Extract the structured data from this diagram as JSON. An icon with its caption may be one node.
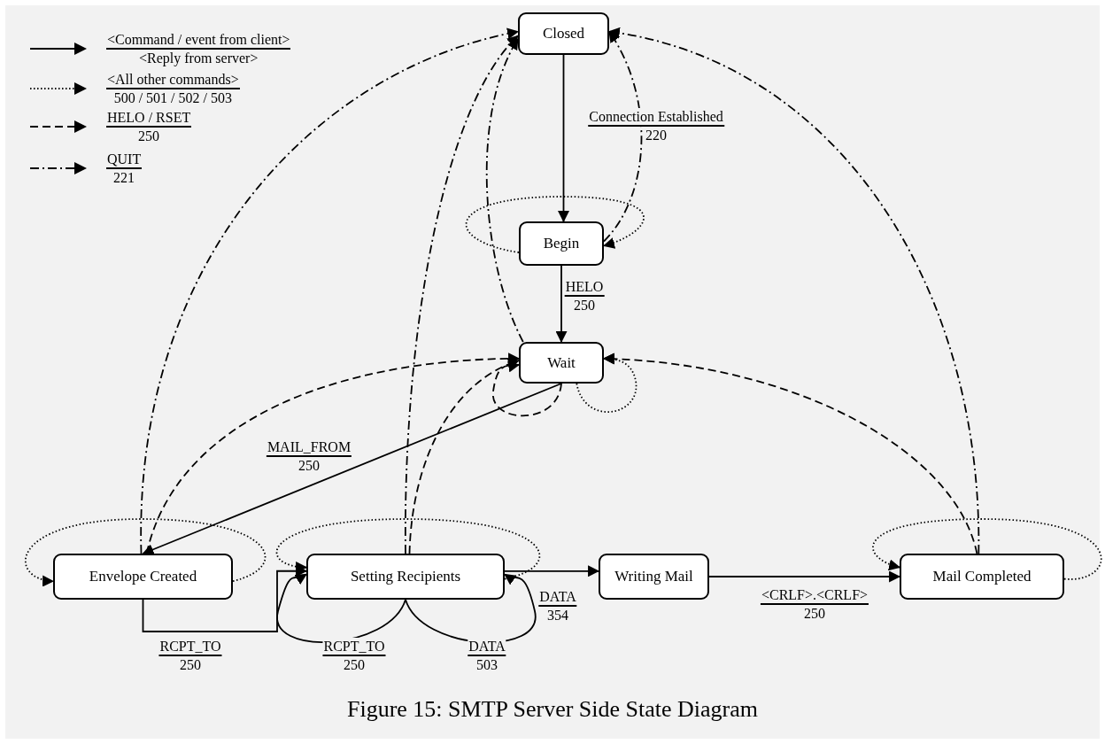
{
  "diagram": {
    "caption": "Figure 15: SMTP Server Side State Diagram",
    "nodes": [
      {
        "text": [
          "Closed"
        ]
      },
      {
        "text": [
          "Begin"
        ]
      },
      {
        "text": [
          "Wait"
        ]
      },
      {
        "text": [
          "Envelope Created"
        ]
      },
      {
        "text": [
          "Setting Recipients"
        ]
      },
      {
        "text": [
          "Writing Mail"
        ]
      },
      {
        "text": [
          "Mail Completed"
        ]
      }
    ],
    "edges": [
      {
        "from": 0,
        "to": 1,
        "arrow": "to",
        "label": [
          "Connection Established",
          "220"
        ]
      },
      {
        "from": 1,
        "to": 2,
        "arrow": "to",
        "label": [
          "HELO",
          "250"
        ]
      },
      {
        "from": 2,
        "to": 3,
        "arrow": "to",
        "label": [
          "MAIL_FROM",
          "250"
        ]
      },
      {
        "from": 3,
        "to": 4,
        "arrow": "to",
        "label": [
          "RCPT_TO",
          "250"
        ]
      },
      {
        "from": 4,
        "to": 4,
        "arrow": "to",
        "label": [
          "RCPT_TO",
          "250"
        ]
      },
      {
        "from": 4,
        "to": 4,
        "arrow": "to",
        "label": [
          "DATA",
          "503"
        ]
      },
      {
        "from": 4,
        "to": 5,
        "arrow": "to",
        "label": [
          "DATA",
          "354"
        ]
      },
      {
        "from": 5,
        "to": 6,
        "arrow": "to",
        "label": [
          "<CRLF>.<CRLF>",
          "250"
        ]
      },
      {
        "from": 3,
        "to": 0,
        "arrow": "to",
        "style": "dashed"
      },
      {
        "from": 4,
        "to": 0,
        "arrow": "to",
        "style": "dashed"
      },
      {
        "from": 2,
        "to": 0,
        "arrow": "to",
        "style": "dashed"
      },
      {
        "from": 1,
        "to": 0,
        "arrow": "to",
        "style": "dashed"
      },
      {
        "from": 6,
        "to": 0,
        "arrow": "to",
        "style": "dashed"
      },
      {
        "from": 3,
        "to": 2,
        "arrow": "to",
        "style": "dashed"
      },
      {
        "from": 4,
        "to": 2,
        "arrow": "to",
        "style": "dashed"
      },
      {
        "from": 2,
        "to": 2,
        "arrow": "to",
        "style": "dashed"
      },
      {
        "from": 6,
        "to": 2,
        "arrow": "to",
        "style": "dashed"
      },
      {
        "from": 1,
        "to": 1,
        "arrow": "to",
        "style": "dashed"
      },
      {
        "from": 2,
        "to": 2,
        "arrow": "to",
        "style": "dashed"
      },
      {
        "from": 3,
        "to": 3,
        "arrow": "to",
        "style": "dashed"
      },
      {
        "from": 4,
        "to": 4,
        "arrow": "to",
        "style": "dashed"
      },
      {
        "from": 6,
        "to": 6,
        "arrow": "to",
        "style": "dashed"
      }
    ],
    "legend": [
      {
        "text": [
          "<Command / event from client>",
          "<Reply from server>"
        ]
      },
      {
        "text": [
          "<All other commands>",
          "500 / 501 / 502 / 503"
        ]
      },
      {
        "text": [
          "HELO / RSET",
          "250"
        ]
      },
      {
        "text": [
          "QUIT",
          "221"
        ]
      }
    ]
  }
}
